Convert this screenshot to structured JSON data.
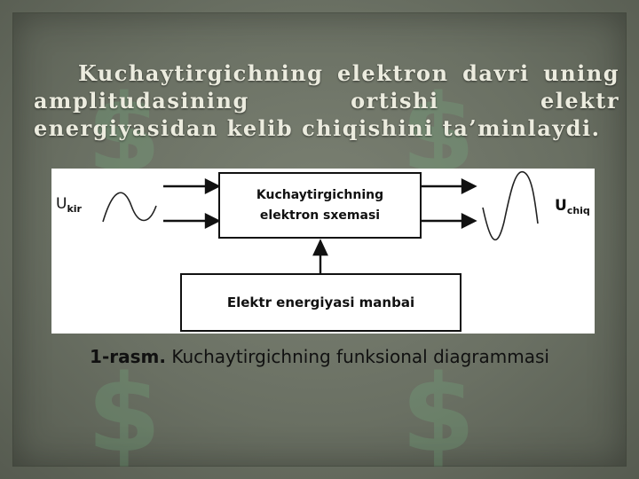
{
  "heading": "Kuchaytirgichning elektron davri uning amplitudasining ortishi elektr energiyasidan kelib chiqishini ta’minlaydi.",
  "diagram": {
    "input_label": {
      "main": "U",
      "sub": "kir"
    },
    "output_label": {
      "main": "U",
      "sub": "chiq"
    },
    "amplifier_block": {
      "line1": "Kuchaytirgichning",
      "line2": "elektron sxemasi"
    },
    "source_block": "Elektr energiyasi manbai"
  },
  "caption": {
    "number": "1-rasm.",
    "text": "Kuchaytirgichning funksional diagrammasi"
  },
  "colors": {
    "background": "#6a7063",
    "heading_text": "#ececdf",
    "watermark": "#78c88c"
  }
}
